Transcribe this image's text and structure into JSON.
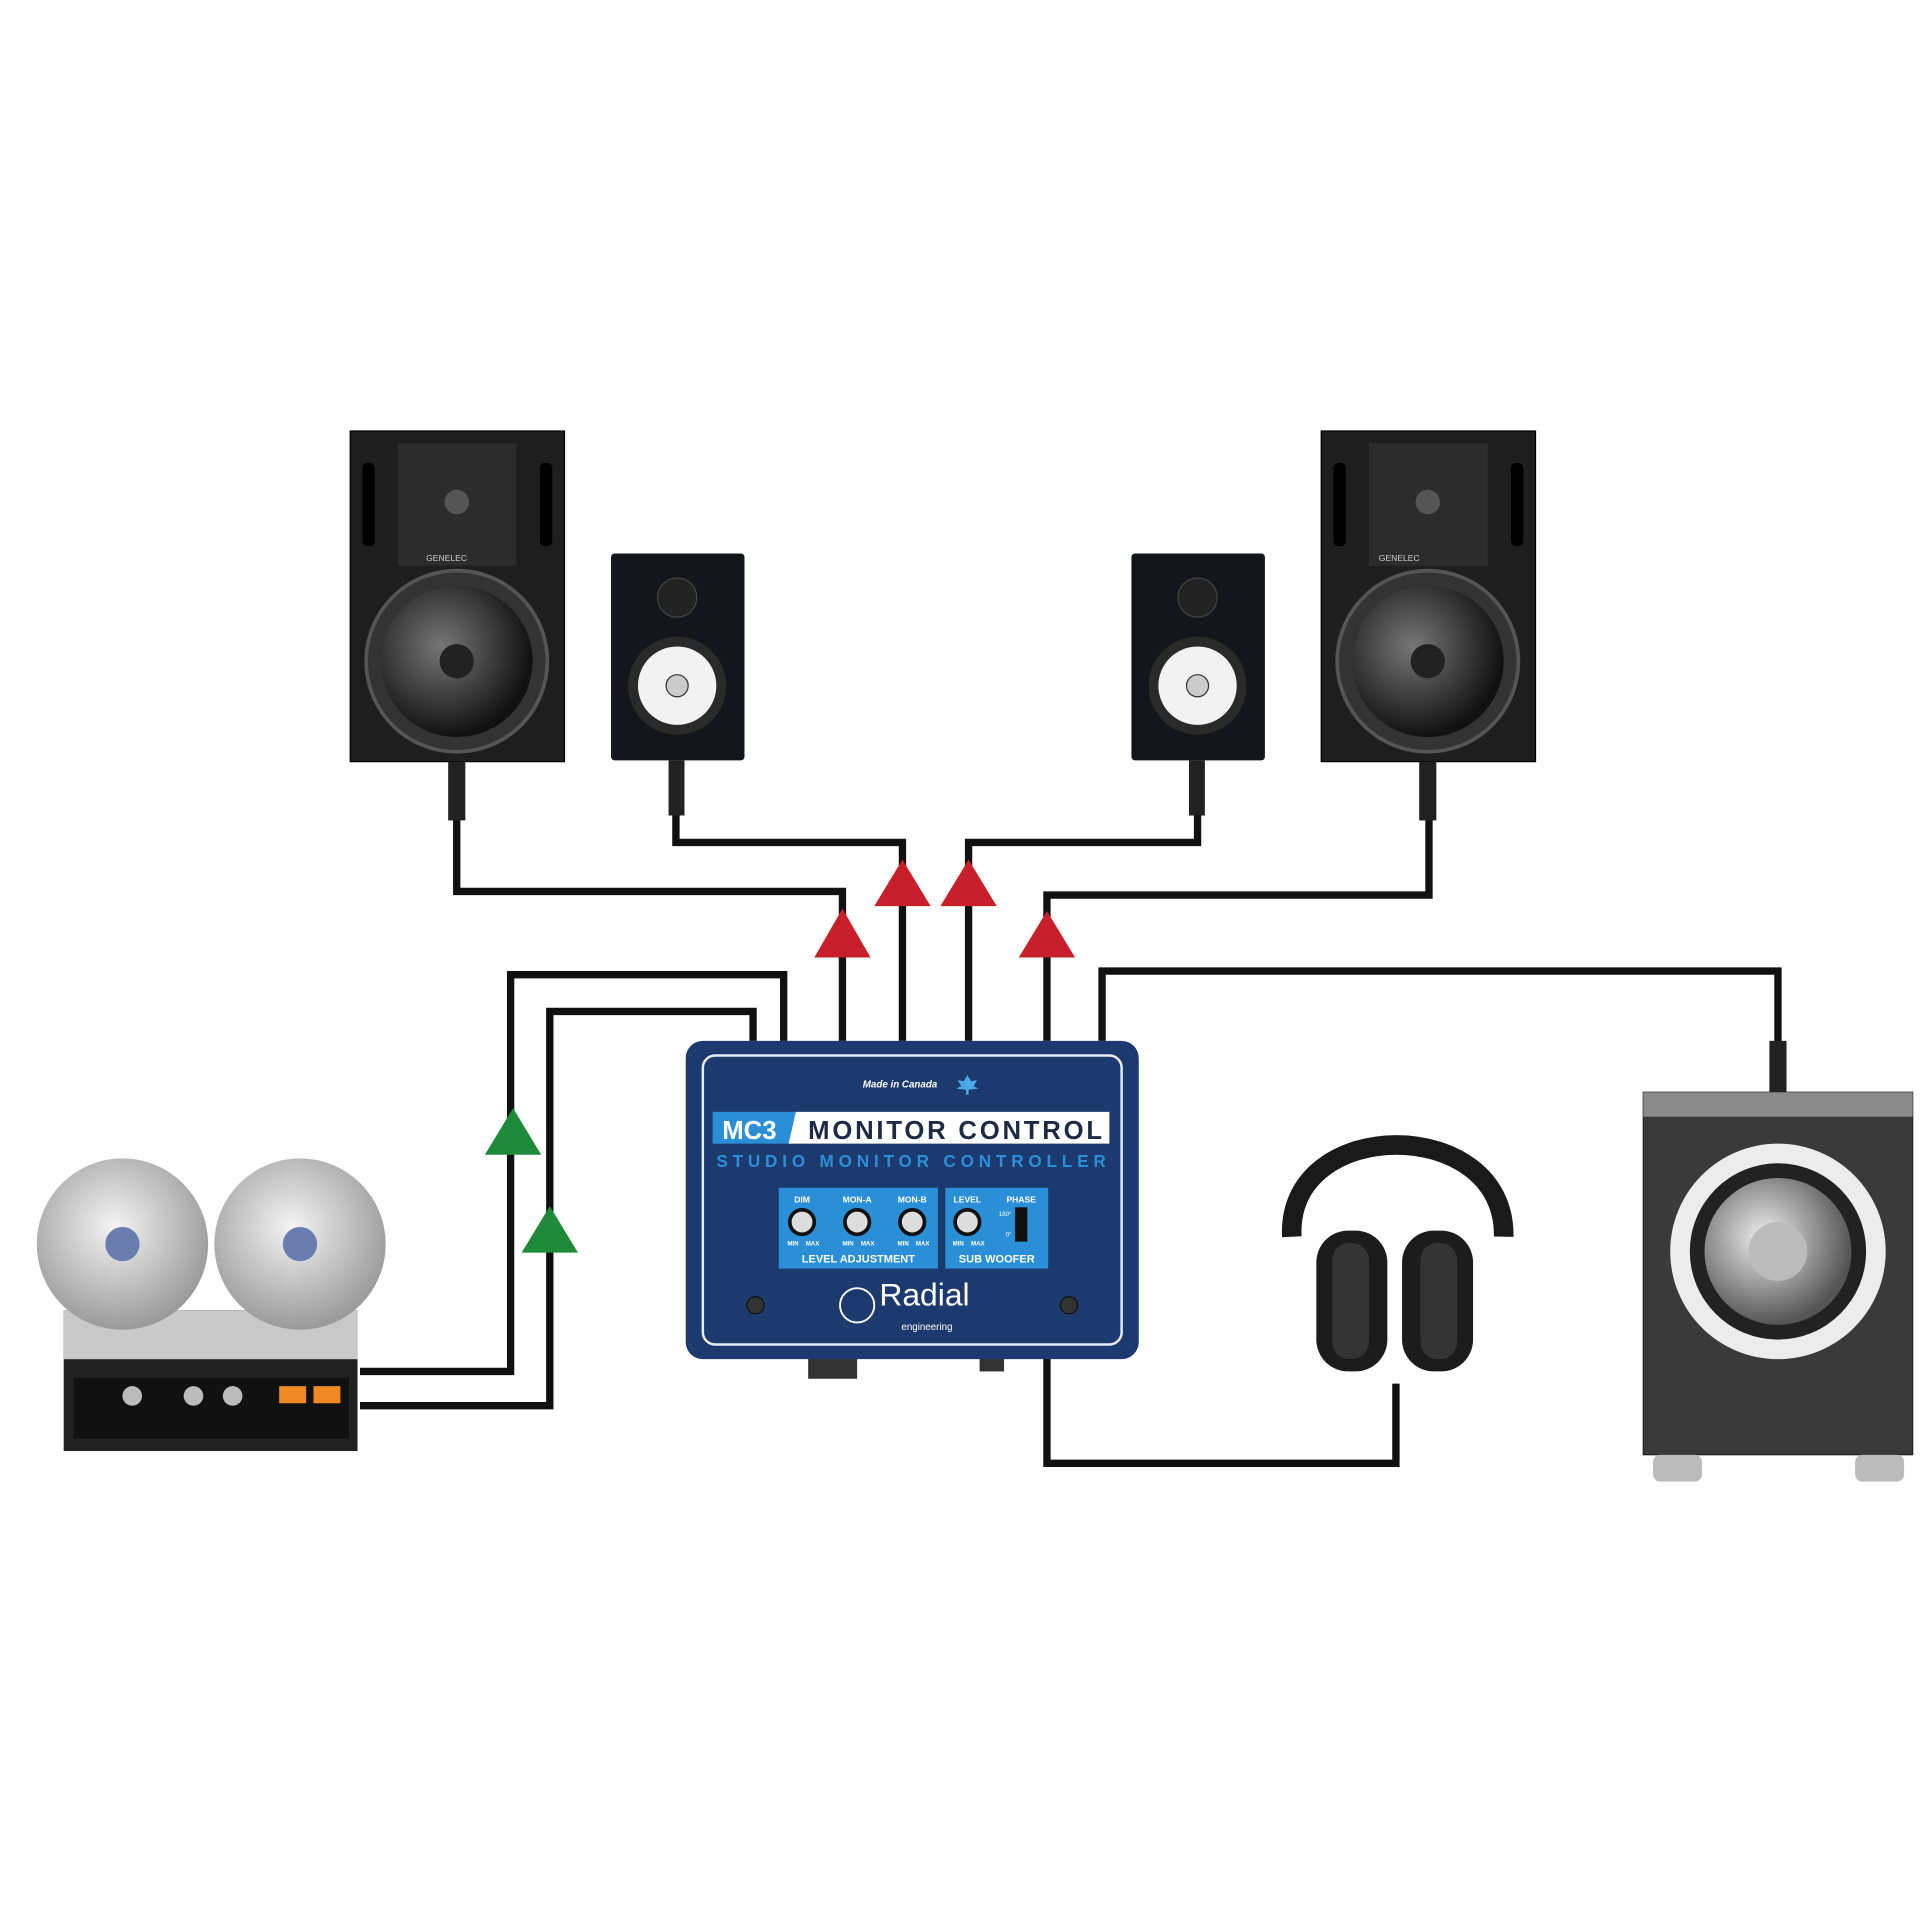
{
  "device": {
    "made_in": "Made in Canada",
    "model": "MC3",
    "title": "MONITOR CONTROL",
    "subtitle": "STUDIO MONITOR CONTROLLER",
    "knobs": [
      "DIM",
      "MON-A",
      "MON-B",
      "LEVEL"
    ],
    "min_label": "MIN",
    "max_label": "MAX",
    "phase_label": "PHASE",
    "phase_180": "180°",
    "phase_0": "0°",
    "level_adjust_label": "LEVEL ADJUSTMENT",
    "sub_woofer_label": "SUB WOOFER",
    "brand": "Radial",
    "brand_sub": "engineering"
  },
  "speakers": {
    "large_brand": "GENELEC"
  },
  "colors": {
    "output_arrow": "#c8202a",
    "input_arrow": "#1f8a3a",
    "device_blue": "#1d3a6e",
    "panel_blue": "#2a8fd6",
    "cable": "#111111"
  }
}
